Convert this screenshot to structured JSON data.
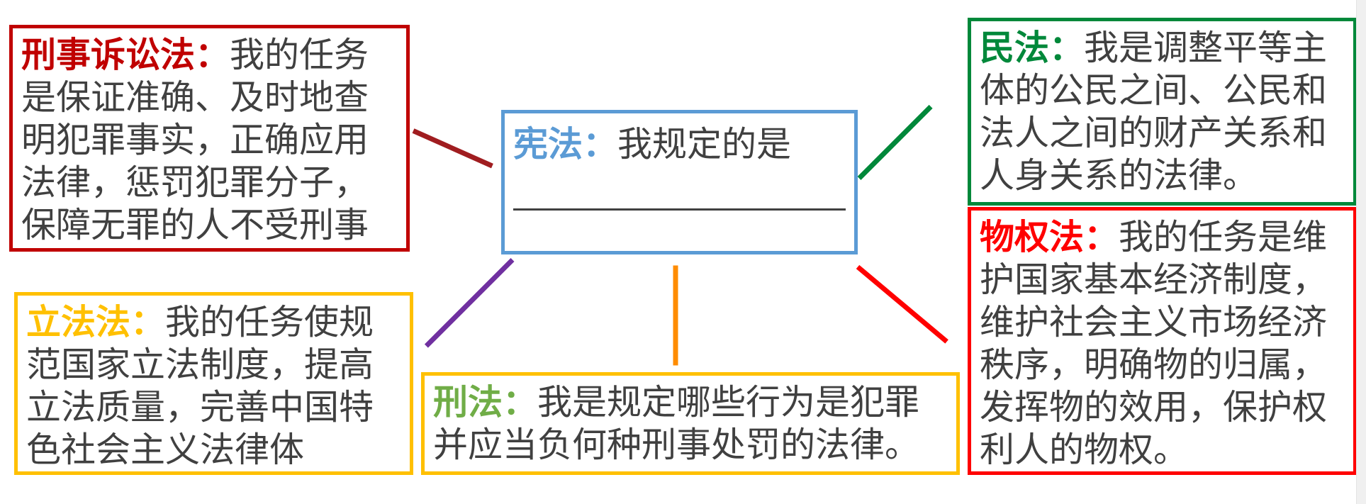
{
  "colors": {
    "xingsu": "#c00000",
    "minfa": "#00883a",
    "xianfa": "#5b9bd5",
    "wuquan": "#ff0000",
    "lifa": "#ffc000",
    "xingfa": "#70ad47",
    "text": "#404040",
    "line_xingsu": "#a01d20",
    "line_lifa": "#7030a0",
    "line_xingfa": "#ff8c00"
  },
  "xianfa": {
    "title": "宪法：",
    "body": "我规定的是"
  },
  "xingsu": {
    "title": "刑事诉讼法：",
    "body": "我的任务是保证准确、及时地查明犯罪事实，正确应用法律，惩罚犯罪分子，保障无罪的人不受刑事追究……"
  },
  "minfa": {
    "title": "民法：",
    "body": "我是调整平等主体的公民之间、公民和法人之间的财产关系和人身关系的法律。"
  },
  "wuquan": {
    "title": "物权法：",
    "body": "我的任务是维护国家基本经济制度，维护社会主义市场经济秩序，明确物的归属，发挥物的效用，保护权利人的物权。"
  },
  "lifa": {
    "title": "立法法：",
    "body": "我的任务使规范国家立法制度，提高立法质量，完善中国特色社会主义法律体系……"
  },
  "xingfa": {
    "title": "刑法：",
    "body": "我是规定哪些行为是犯罪并应当负何种刑事处罚的法律。"
  }
}
